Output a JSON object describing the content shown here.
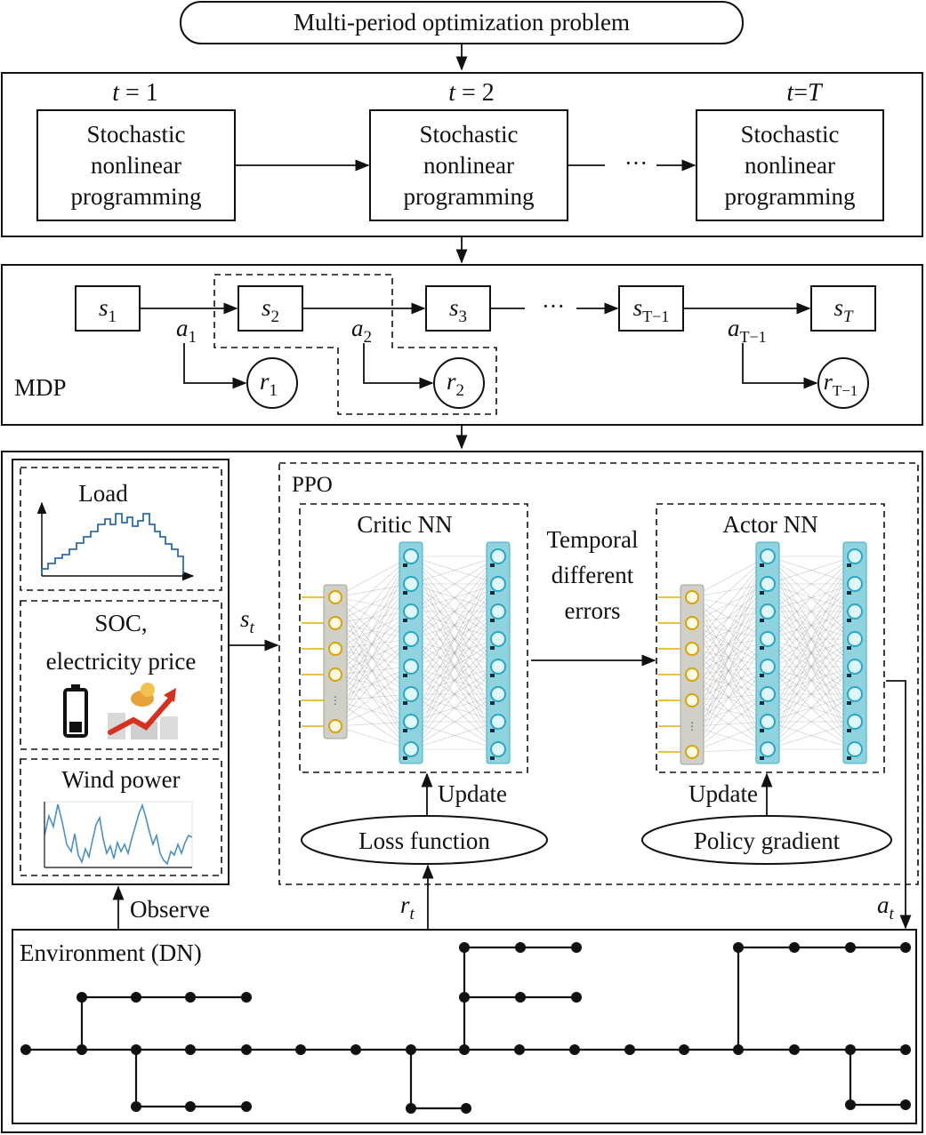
{
  "top": {
    "problem": "Multi-period optimization problem"
  },
  "periods": {
    "t1": {
      "var": "t",
      "eq": " = 1"
    },
    "t2": {
      "var": "t",
      "eq": " = 2"
    },
    "tT": {
      "var": "t",
      "eq": "=",
      "end": "T"
    },
    "box_line1": "Stochastic",
    "box_line2": "nonlinear",
    "box_line3": "programming",
    "ellipsis": "···"
  },
  "mdp": {
    "label": "MDP",
    "s1": {
      "base": "s",
      "sub": "1"
    },
    "s2": {
      "base": "s",
      "sub": "2"
    },
    "s3": {
      "base": "s",
      "sub": "3"
    },
    "sTm1": {
      "base": "s",
      "sub": "T−1"
    },
    "sT": {
      "base": "s",
      "sub": "T"
    },
    "a1": {
      "base": "a",
      "sub": "1"
    },
    "a2": {
      "base": "a",
      "sub": "2"
    },
    "aTm1": {
      "base": "a",
      "sub": "T−1"
    },
    "r1": {
      "base": "r",
      "sub": "1"
    },
    "r2": {
      "base": "r",
      "sub": "2"
    },
    "rTm1": {
      "base": "r",
      "sub": "T−1"
    },
    "ellipsis": "···"
  },
  "observation": {
    "load": "Load",
    "soc_line1": "SOC,",
    "soc_line2": "electricity price",
    "wind": "Wind power",
    "observe": "Observe"
  },
  "ppo": {
    "label": "PPO",
    "critic": "Critic NN",
    "actor": "Actor NN",
    "td_line1": "Temporal",
    "td_line2": "different",
    "td_line3": "errors",
    "update_critic": "Update",
    "update_actor": "Update",
    "loss": "Loss function",
    "policy": "Policy gradient",
    "st": {
      "base": "s",
      "sub": "t"
    },
    "rt": {
      "base": "r",
      "sub": "t"
    },
    "at": {
      "base": "a",
      "sub": "t"
    }
  },
  "environment": {
    "label": "Environment (DN)"
  },
  "colors": {
    "wind_line": "#4a90c8",
    "load_line": "#2b6cb0",
    "input_node": "#d9a400",
    "hidden_node": "#2aa7c4",
    "battery": "#111111",
    "price_arrow": "#d7301f"
  }
}
